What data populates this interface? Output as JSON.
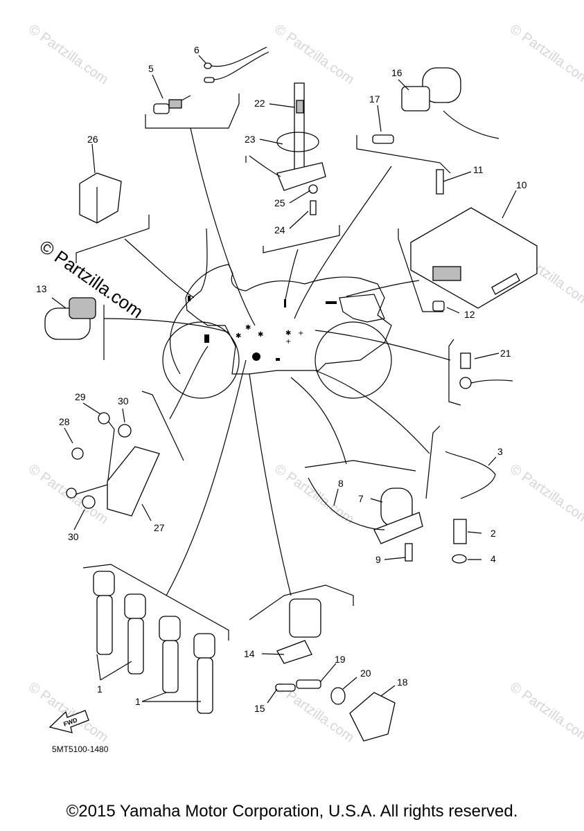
{
  "diagram": {
    "part_code": "5MT5100-1480",
    "fwd_label": "FWD",
    "watermark": "© Partzilla.com",
    "copyright": "©2015 Yamaha Motor Corporation, U.S.A. All rights reserved.",
    "callouts": {
      "c1a": "1",
      "c1b": "1",
      "c2": "2",
      "c3": "3",
      "c4": "4",
      "c5": "5",
      "c6": "6",
      "c7": "7",
      "c8": "8",
      "c9": "9",
      "c10": "10",
      "c11": "11",
      "c12": "12",
      "c13": "13",
      "c14": "14",
      "c15": "15",
      "c16": "16",
      "c17": "17",
      "c18": "18",
      "c19": "19",
      "c20": "20",
      "c21": "21",
      "c22": "22",
      "c23": "23",
      "c24": "24",
      "c25": "25",
      "c26": "26",
      "c27": "27",
      "c28": "28",
      "c29": "29",
      "c30a": "30",
      "c30b": "30"
    }
  }
}
